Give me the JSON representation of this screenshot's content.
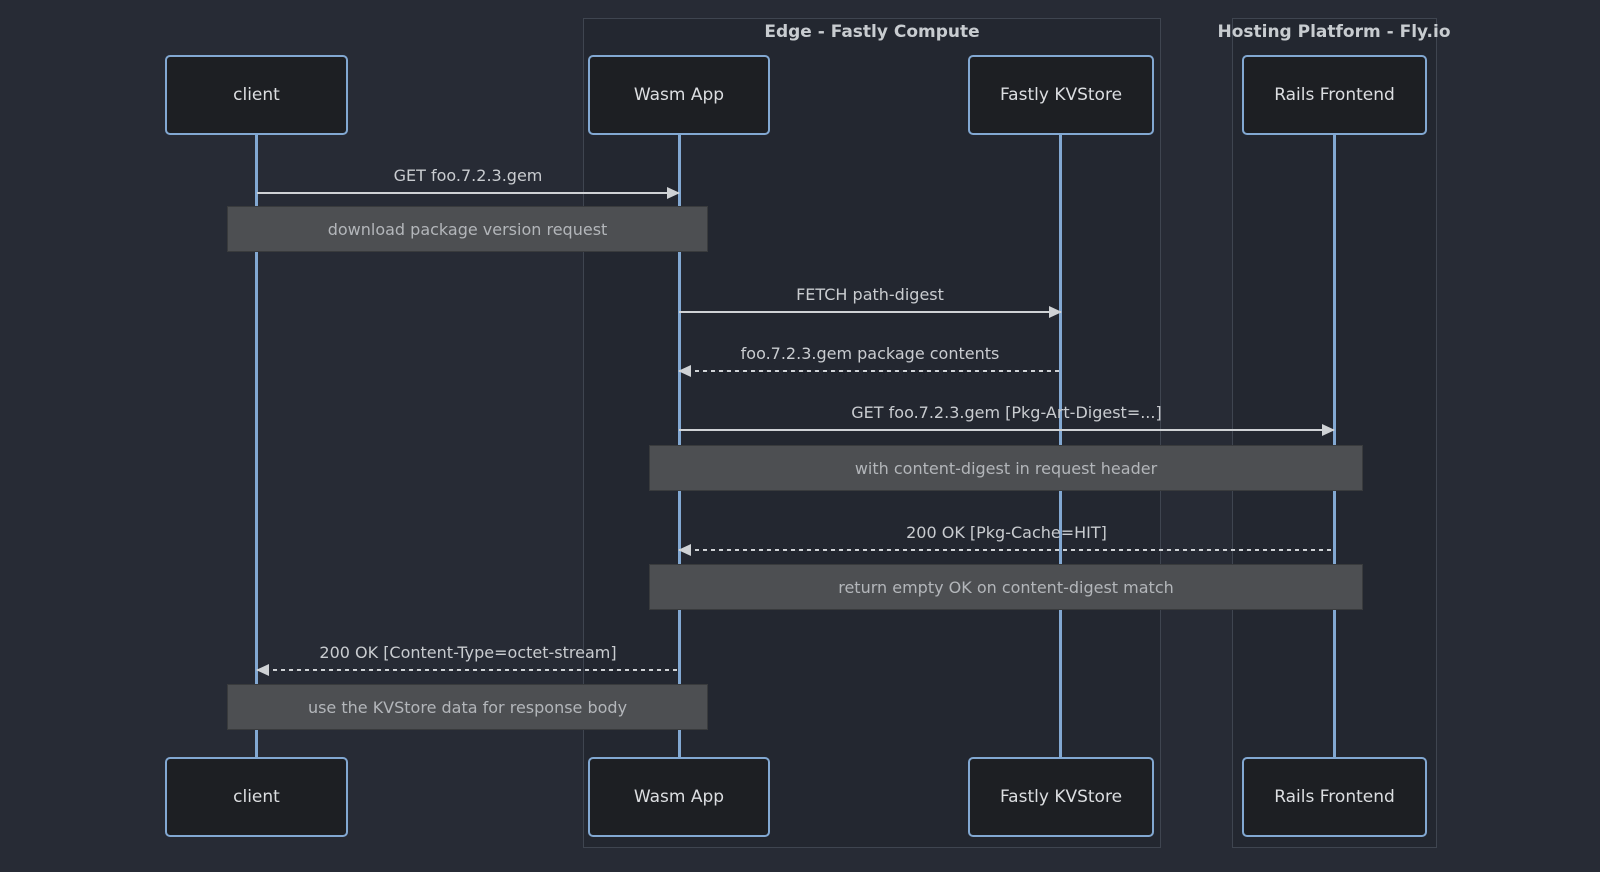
{
  "diagram": {
    "groups": [
      {
        "title": "Edge - Fastly Compute"
      },
      {
        "title": "Hosting Platform - Fly.io"
      }
    ],
    "actors": [
      {
        "label": "client"
      },
      {
        "label": "Wasm App"
      },
      {
        "label": "Fastly KVStore"
      },
      {
        "label": "Rails Frontend"
      }
    ],
    "messages": [
      {
        "label": "GET foo.7.2.3.gem",
        "from": "client",
        "to": "Wasm App",
        "style": "solid"
      },
      {
        "label": "FETCH path-digest",
        "from": "Wasm App",
        "to": "Fastly KVStore",
        "style": "solid"
      },
      {
        "label": "foo.7.2.3.gem package contents",
        "from": "Fastly KVStore",
        "to": "Wasm App",
        "style": "dashed"
      },
      {
        "label": "GET foo.7.2.3.gem [Pkg-Art-Digest=...]",
        "from": "Wasm App",
        "to": "Rails Frontend",
        "style": "solid"
      },
      {
        "label": "200 OK [Pkg-Cache=HIT]",
        "from": "Rails Frontend",
        "to": "Wasm App",
        "style": "dashed"
      },
      {
        "label": "200 OK [Content-Type=octet-stream]",
        "from": "Wasm App",
        "to": "client",
        "style": "dashed"
      }
    ],
    "notes": [
      {
        "label": "download package version request",
        "over": "client, Wasm App"
      },
      {
        "label": "with content-digest in request header",
        "over": "Wasm App, Rails Frontend"
      },
      {
        "label": "return empty OK on content-digest match",
        "over": "Wasm App, Rails Frontend"
      },
      {
        "label": "use the KVStore data for response body",
        "over": "client, Wasm App"
      }
    ],
    "colors": {
      "background": "#272b35",
      "actor_fill": "#1d1f23",
      "actor_border": "#82a8d2",
      "lifeline": "#82a8d2",
      "arrow": "#cfd2d5",
      "message_text": "#c9ccd0",
      "note_fill": "#4d4f52",
      "note_text": "#b3b6ba",
      "group_border": "#3f4550",
      "group_title": "#c8ccd0"
    }
  }
}
